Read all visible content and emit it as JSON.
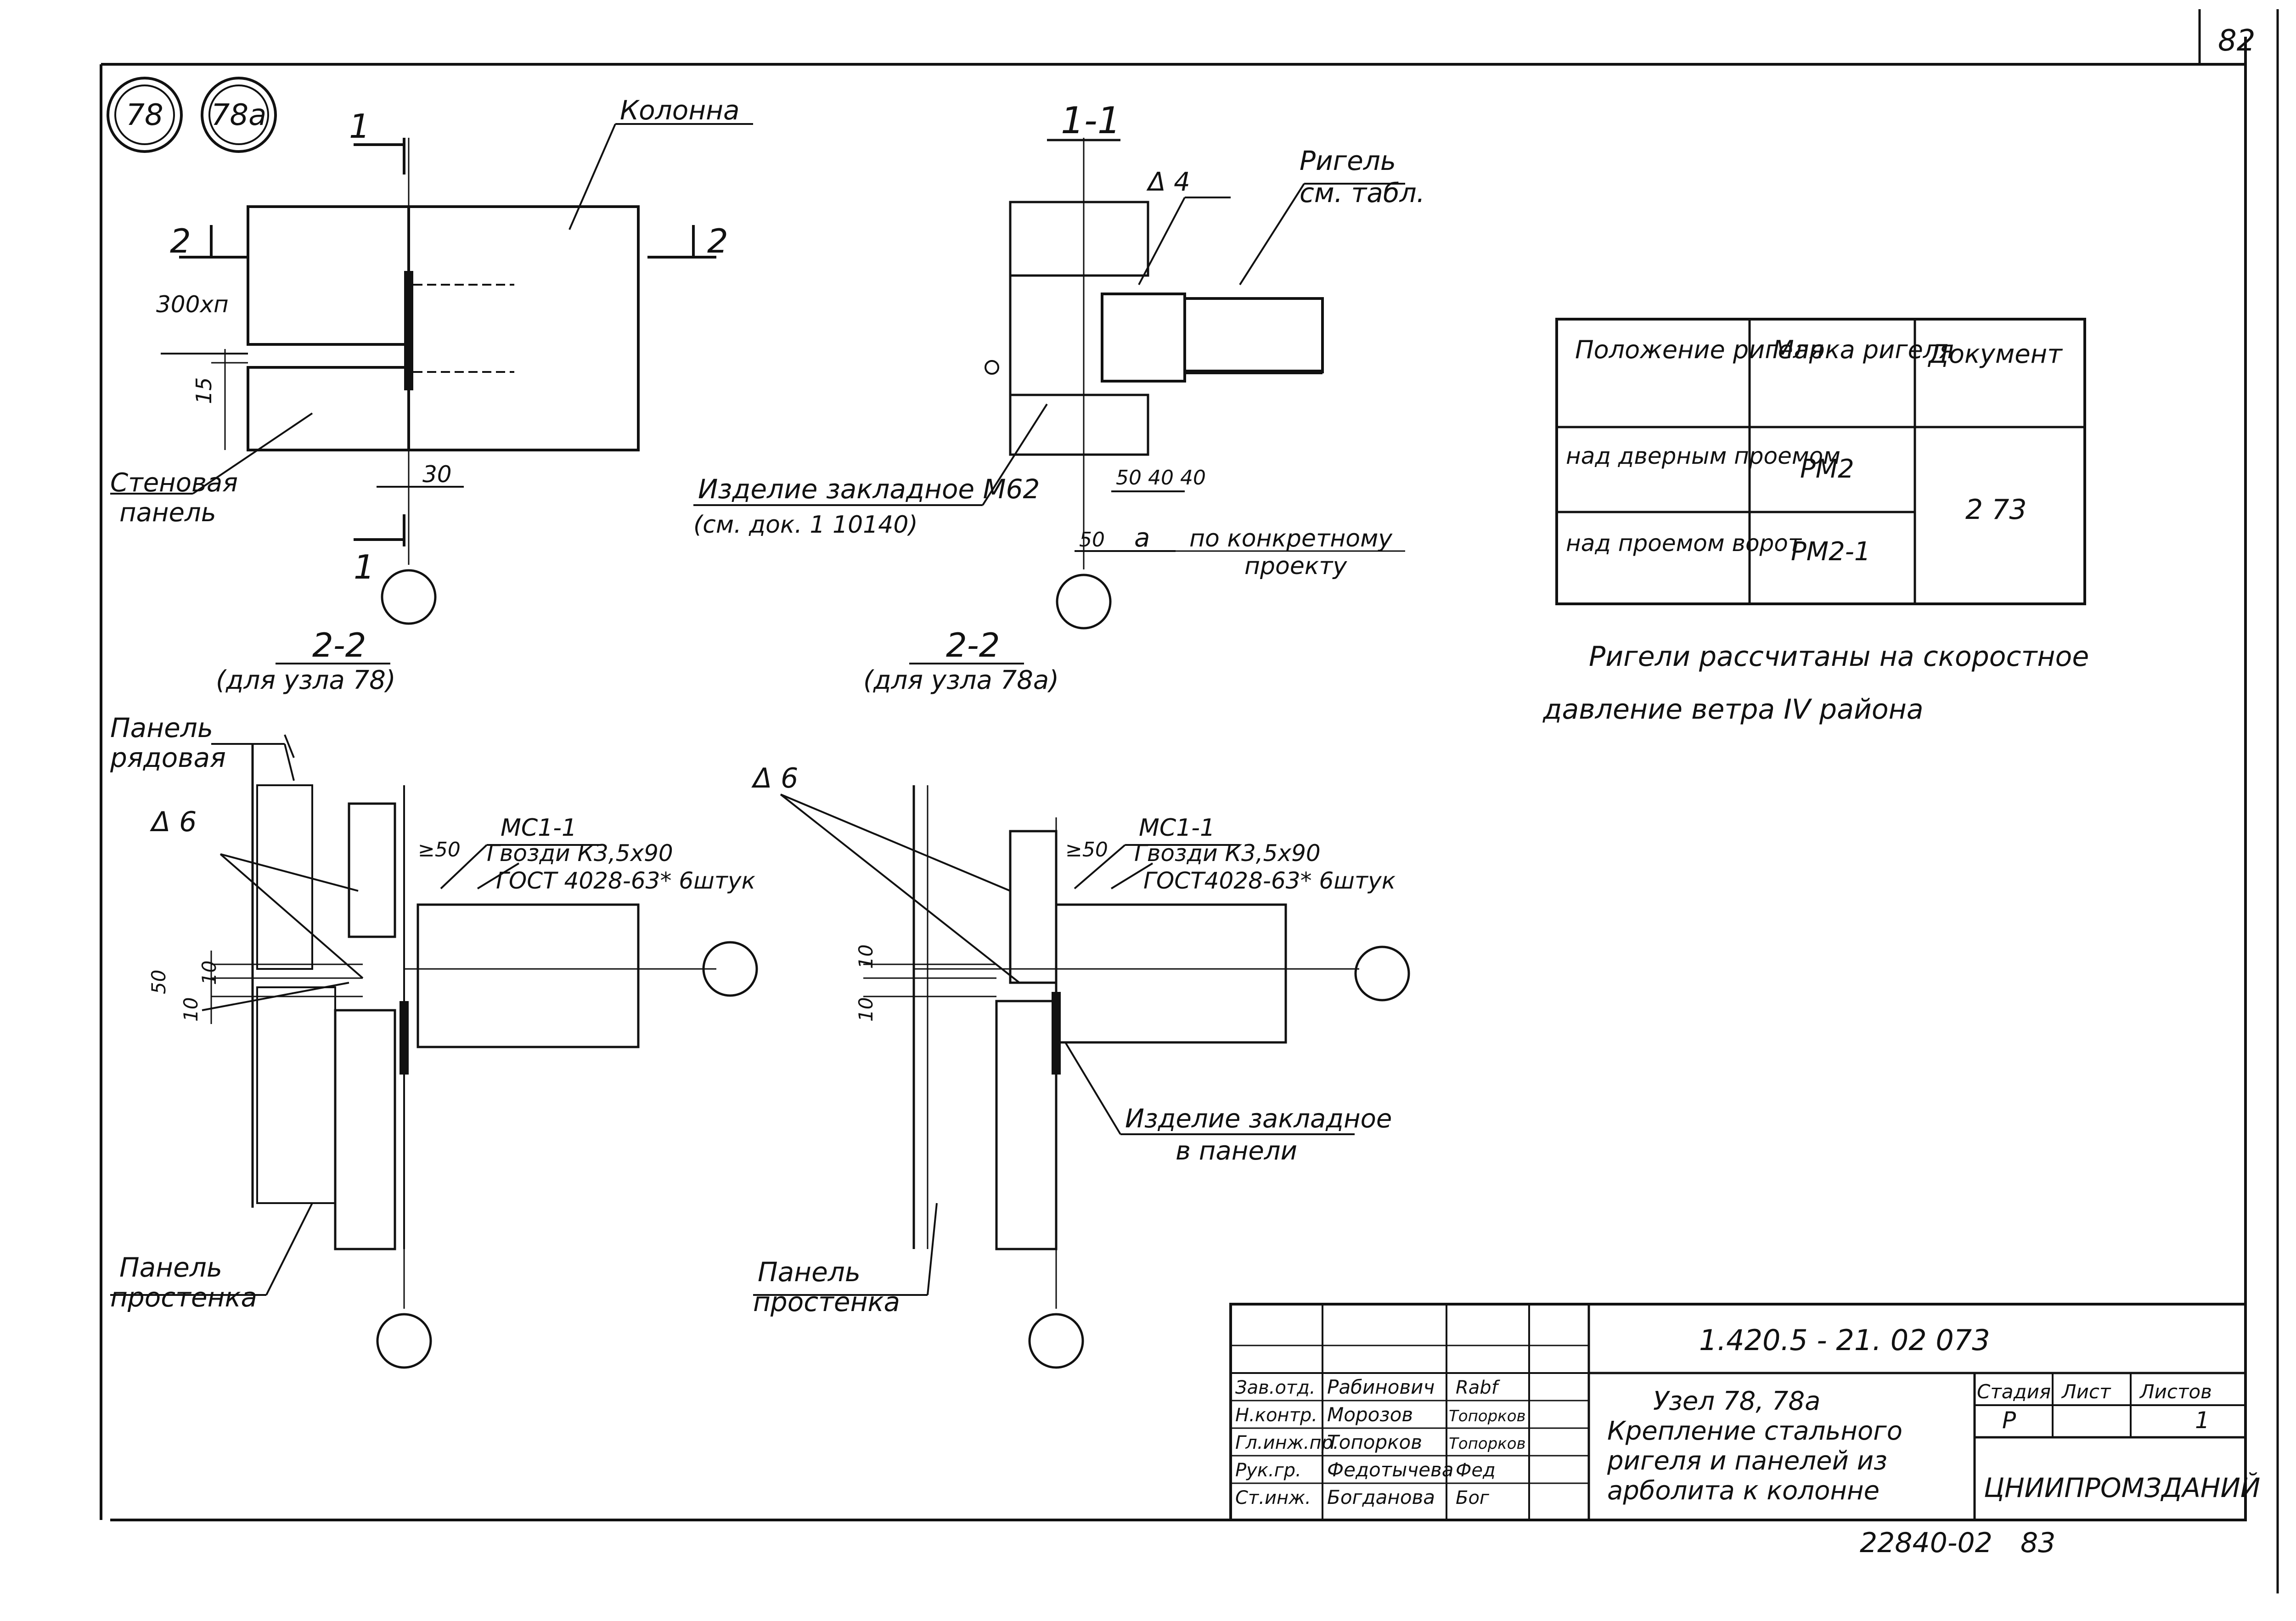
{
  "sheet": {
    "page_number": "82",
    "bottom_number": "22840-02",
    "bottom_page": "83"
  },
  "nodes": {
    "node_a": "78",
    "node_b": "78а"
  },
  "section_marks": {
    "sec1": "1",
    "sec2": "2"
  },
  "labels": {
    "column": "Колонна",
    "wall_panel_1": "Стеновая",
    "wall_panel_2": "панель",
    "dim_300": "300хп",
    "dim_15": "15",
    "dim_30": "30",
    "section_1_1": "1-1",
    "rigel_1": "Ригель",
    "rigel_2": "см. табл.",
    "weld_d4": "Δ 4",
    "embedded_1": "Изделие закладное М62",
    "embedded_2": "(см. док. 1 10140)",
    "dims_504040": "50 40 40",
    "dim_50": "50",
    "dim_a": "а",
    "by_project_1": "по конкретному",
    "by_project_2": "проекту",
    "sec22_a": "2-2",
    "for_node_a": "(для узла 78)",
    "sec22_b": "2-2",
    "for_node_b": "(для узла 78а)",
    "panel_row_1": "Панель",
    "panel_row_2": "рядовая",
    "weld_d6": "Δ 6",
    "weld_d6_b": "Δ 6",
    "mc11_a": "МС1-1",
    "mc11_b": "МС1-1",
    "ge50_a": "≥50",
    "ge50_b": "≥50",
    "nails_a_1": "Гвозди К3,5х90",
    "nails_a_2": "ГОСТ 4028-63* 6штук",
    "nails_b_1": "Гвозди К3,5х90",
    "nails_b_2": "ГОСТ4028-63* 6штук",
    "dim_10_a": "10",
    "dim_50_b": "50",
    "dim_10_b": "10",
    "dim_10_c": "10",
    "dim_10_d": "10",
    "embedded_panel_1": "Изделие закладное",
    "embedded_panel_2": "в панели",
    "pier_a_1": "Панель",
    "pier_a_2": "простенка",
    "pier_b_1": "Панель",
    "pier_b_2": "простенка"
  },
  "table": {
    "headers": [
      "Положение ригеля",
      "Марка ригеля",
      "Документ"
    ],
    "rows": [
      {
        "pos": "над дверным проемом",
        "mark": "РМ2"
      },
      {
        "pos": "над проемом ворот",
        "mark": "РМ2-1"
      }
    ],
    "document": "2 73"
  },
  "note": {
    "line1": "Ригели рассчитаны на скоростное",
    "line2": "давление ветра IV района"
  },
  "title_block": {
    "code": "1.420.5 - 21. 02 073",
    "title": [
      "Узел 78, 78а",
      "Крепление стального",
      "ригеля и панелей из",
      "арболита к колонне"
    ],
    "stage_h": "Стадия",
    "sheet_h": "Лист",
    "sheets_h": "Листов",
    "stage": "Р",
    "sheets": "1",
    "org": "ЦНИИПРОМЗДАНИЙ",
    "staff": [
      {
        "role": "Зав.отд.",
        "name": "Рабинович",
        "sign": "Rabf"
      },
      {
        "role": "Н.контр.",
        "name": "Морозов",
        "sign": "Топорков"
      },
      {
        "role": "Гл.инж.пр.",
        "name": "Топорков",
        "sign": "Топорков"
      },
      {
        "role": "Рук.гр.",
        "name": "Федотычева",
        "sign": "Фед"
      },
      {
        "role": "Ст.инж.",
        "name": "Богданова",
        "sign": "Бог"
      }
    ]
  }
}
